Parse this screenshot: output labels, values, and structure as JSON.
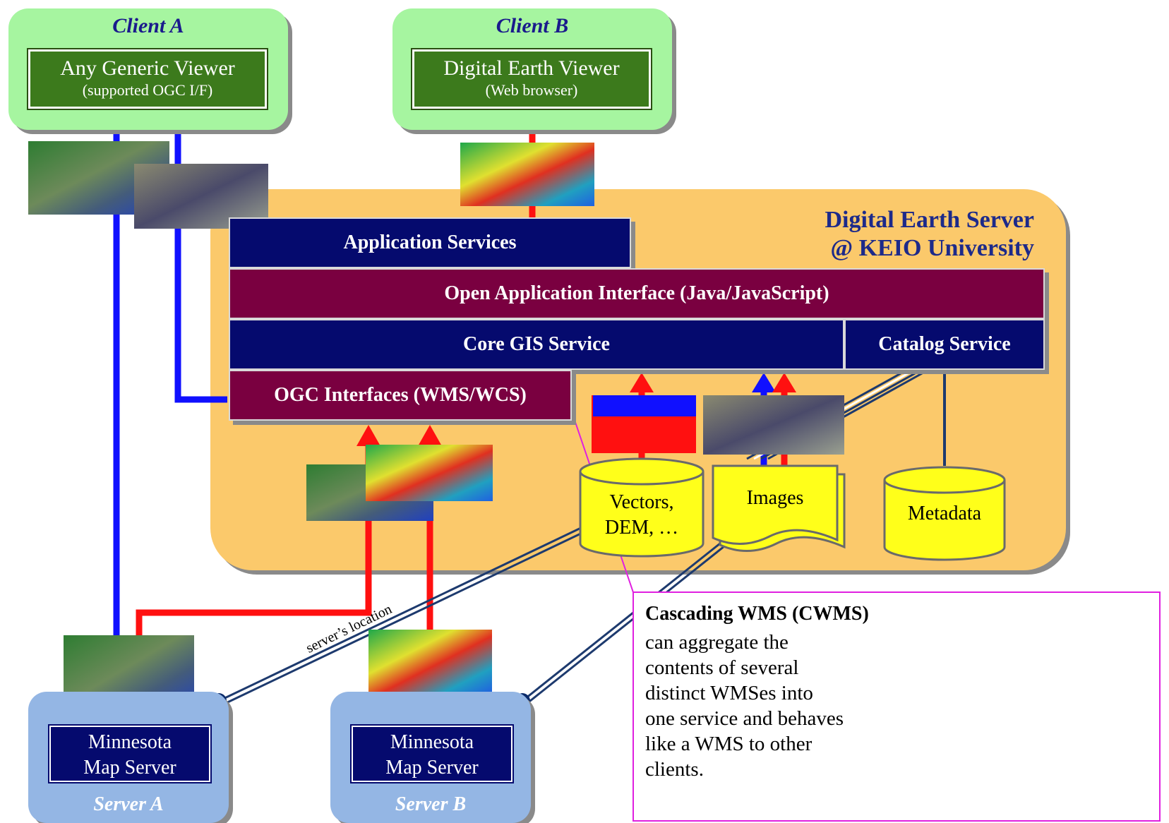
{
  "clients": [
    {
      "label": "Client A",
      "viewer": "Any Generic Viewer",
      "viewer_sub": "(supported OGC I/F)"
    },
    {
      "label": "Client B",
      "viewer": "Digital Earth Viewer",
      "viewer_sub": "(Web browser)"
    }
  ],
  "server_title": {
    "line1": "Digital Earth Server",
    "line2": "@ KEIO University"
  },
  "layers": {
    "application": "Application Services",
    "open_api": "Open Application Interface (Java/JavaScript)",
    "core_gis": "Core GIS Service",
    "catalog": "Catalog Service",
    "ogc": "OGC Interfaces (WMS/WCS)"
  },
  "stores": {
    "vectors_line1": "Vectors,",
    "vectors_line2": "DEM, …",
    "images": "Images",
    "metadata": "Metadata"
  },
  "remote_servers": [
    {
      "line1": "Minnesota",
      "line2": "Map Server",
      "label": "Server A"
    },
    {
      "line1": "Minnesota",
      "line2": "Map Server",
      "label": "Server B"
    }
  ],
  "location_label": "server’s location",
  "callout": {
    "title": "Cascading WMS (CWMS)",
    "lines": [
      "can aggregate the",
      "contents of several",
      "distinct WMSes into",
      "one service and behaves",
      "like a WMS to other",
      "clients."
    ]
  },
  "colors": {
    "client_bg": "#a6f5a0",
    "viewer_bg": "#3c7a1c",
    "server_region": "#fbc96b",
    "navy": "#050a6e",
    "maroon": "#7a0040",
    "remote_server_bg": "#94b6e4",
    "callout_border": "#e020e0",
    "arrow_blue": "#1010ff",
    "arrow_red": "#ff1010",
    "store_yellow": "#ffff1a"
  }
}
